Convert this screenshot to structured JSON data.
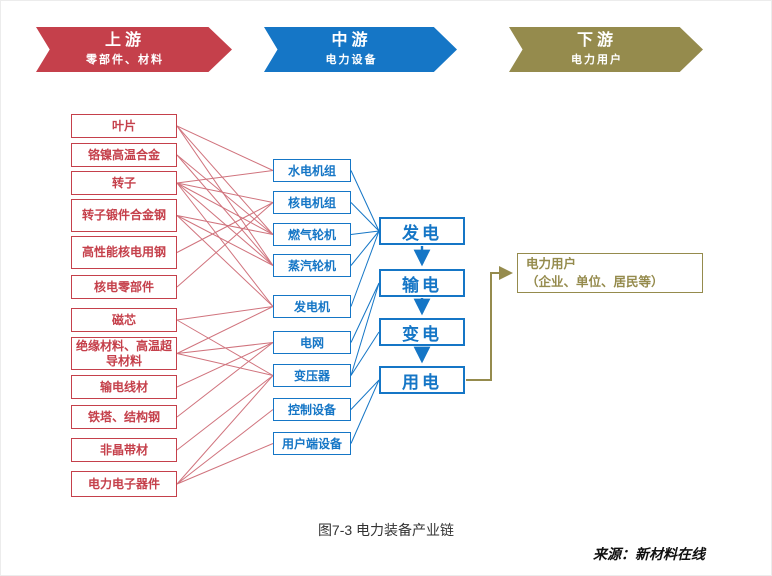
{
  "banners": [
    {
      "title": "上游",
      "subtitle": "零部件、材料",
      "color": "#c5404b"
    },
    {
      "title": "中游",
      "subtitle": "电力设备",
      "color": "#1576c6"
    },
    {
      "title": "下游",
      "subtitle": "电力用户",
      "color": "#958b4d"
    }
  ],
  "upstream_nodes": [
    "叶片",
    "铬镍高温合金",
    "转子",
    "转子锻件合金钢",
    "高性能核电用钢",
    "核电零部件",
    "磁芯",
    "绝缘材料、高温超导材料",
    "输电线材",
    "铁塔、结构钢",
    "非晶带材",
    "电力电子器件"
  ],
  "midstream_nodes": [
    "水电机组",
    "核电机组",
    "燃气轮机",
    "蒸汽轮机",
    "发电机",
    "电网",
    "变压器",
    "控制设备",
    "用户端设备"
  ],
  "process_nodes": [
    "发电",
    "输电",
    "变电",
    "用电"
  ],
  "downstream_box": {
    "line1": "电力用户",
    "line2": "（企业、单位、居民等）"
  },
  "connections": {
    "upstream_to_midstream": [
      [
        0,
        0
      ],
      [
        0,
        2
      ],
      [
        0,
        3
      ],
      [
        1,
        2
      ],
      [
        1,
        3
      ],
      [
        2,
        0
      ],
      [
        2,
        1
      ],
      [
        2,
        2
      ],
      [
        2,
        3
      ],
      [
        2,
        4
      ],
      [
        3,
        2
      ],
      [
        3,
        3
      ],
      [
        3,
        4
      ],
      [
        4,
        1
      ],
      [
        5,
        1
      ],
      [
        6,
        4
      ],
      [
        6,
        6
      ],
      [
        7,
        4
      ],
      [
        7,
        5
      ],
      [
        7,
        6
      ],
      [
        8,
        5
      ],
      [
        9,
        5
      ],
      [
        10,
        6
      ],
      [
        11,
        6
      ],
      [
        11,
        7
      ],
      [
        11,
        8
      ]
    ],
    "midstream_to_process": [
      [
        0,
        0
      ],
      [
        1,
        0
      ],
      [
        2,
        0
      ],
      [
        3,
        0
      ],
      [
        4,
        0
      ],
      [
        5,
        1
      ],
      [
        6,
        1
      ],
      [
        6,
        2
      ],
      [
        7,
        3
      ],
      [
        8,
        3
      ]
    ],
    "process_flow": [
      [
        0,
        1
      ],
      [
        1,
        2
      ],
      [
        2,
        3
      ]
    ],
    "process_to_downstream": [
      3
    ]
  },
  "caption": "图7-3 电力装备产业链",
  "source": "来源：新材料在线",
  "colors": {
    "red": "#c5404b",
    "red_line": "#d0737d",
    "blue": "#1576c6",
    "olive": "#958b4d"
  }
}
